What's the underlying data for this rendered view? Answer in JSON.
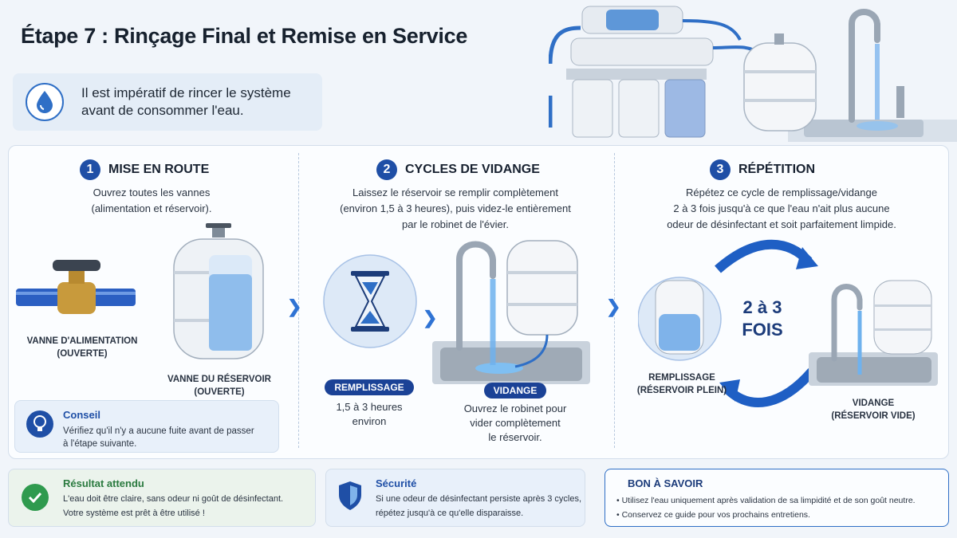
{
  "title": "Étape 7 : Rinçage Final et Remise en Service",
  "intro": {
    "line1": "Il est impératif de rincer le système",
    "line2": "avant de consommer l'eau."
  },
  "steps": [
    {
      "number": "1",
      "title": "MISE EN ROUTE",
      "desc_line1": "Ouvrez toutes les vannes",
      "desc_line2": "(alimentation et réservoir).",
      "label_supply_1": "VANNE D'ALIMENTATION",
      "label_supply_2": "(OUVERTE)",
      "label_tank_1": "VANNE DU RÉSERVOIR",
      "label_tank_2": "(OUVERTE)"
    },
    {
      "number": "2",
      "title": "CYCLES DE VIDANGE",
      "desc_line1": "Laissez le réservoir se remplir complètement",
      "desc_line2": "(environ 1,5 à 3 heures), puis videz-le entièrement",
      "desc_line3": "par le robinet de l'évier.",
      "pill_fill": "REMPLISSAGE",
      "fill_note_1": "1,5 à 3 heures",
      "fill_note_2": "environ",
      "pill_drain": "VIDANGE",
      "drain_note_1": "Ouvrez le robinet pour",
      "drain_note_2": "vider complètement",
      "drain_note_3": "le réservoir."
    },
    {
      "number": "3",
      "title": "RÉPÉTITION",
      "desc_line1": "Répétez ce cycle de remplissage/vidange",
      "desc_line2": "2 à 3 fois jusqu'à ce que l'eau n'ait plus aucune",
      "desc_line3": "odeur de désinfectant et soit parfaitement limpide.",
      "times_1": "2 à 3",
      "times_2": "FOIS",
      "label_fill_1": "REMPLISSAGE",
      "label_fill_2": "(RÉSERVOIR PLEIN)",
      "label_drain_1": "VIDANGE",
      "label_drain_2": "(RÉSERVOIR VIDE)"
    }
  ],
  "tip": {
    "title": "Conseil",
    "line1": "Vérifiez qu'il n'y a aucune fuite avant de passer",
    "line2": "à l'étape suivante."
  },
  "result": {
    "title": "Résultat attendu",
    "line1": "L'eau doit être claire, sans odeur ni goût de désinfectant.",
    "line2": "Votre système est prêt à être utilisé !"
  },
  "security": {
    "title": "Sécurité",
    "line1": "Si une odeur de désinfectant persiste après 3 cycles,",
    "line2": "répétez jusqu'à ce qu'elle disparaisse."
  },
  "good_to_know": {
    "title": "BON À SAVOIR",
    "item1": "Utilisez l'eau uniquement après validation de sa limpidité et de son goût neutre.",
    "item2": "Conservez ce guide pour vos prochains entretiens."
  },
  "colors": {
    "accent": "#1f4fa6",
    "water": "#4f9be3",
    "success": "#2f9a4e"
  }
}
